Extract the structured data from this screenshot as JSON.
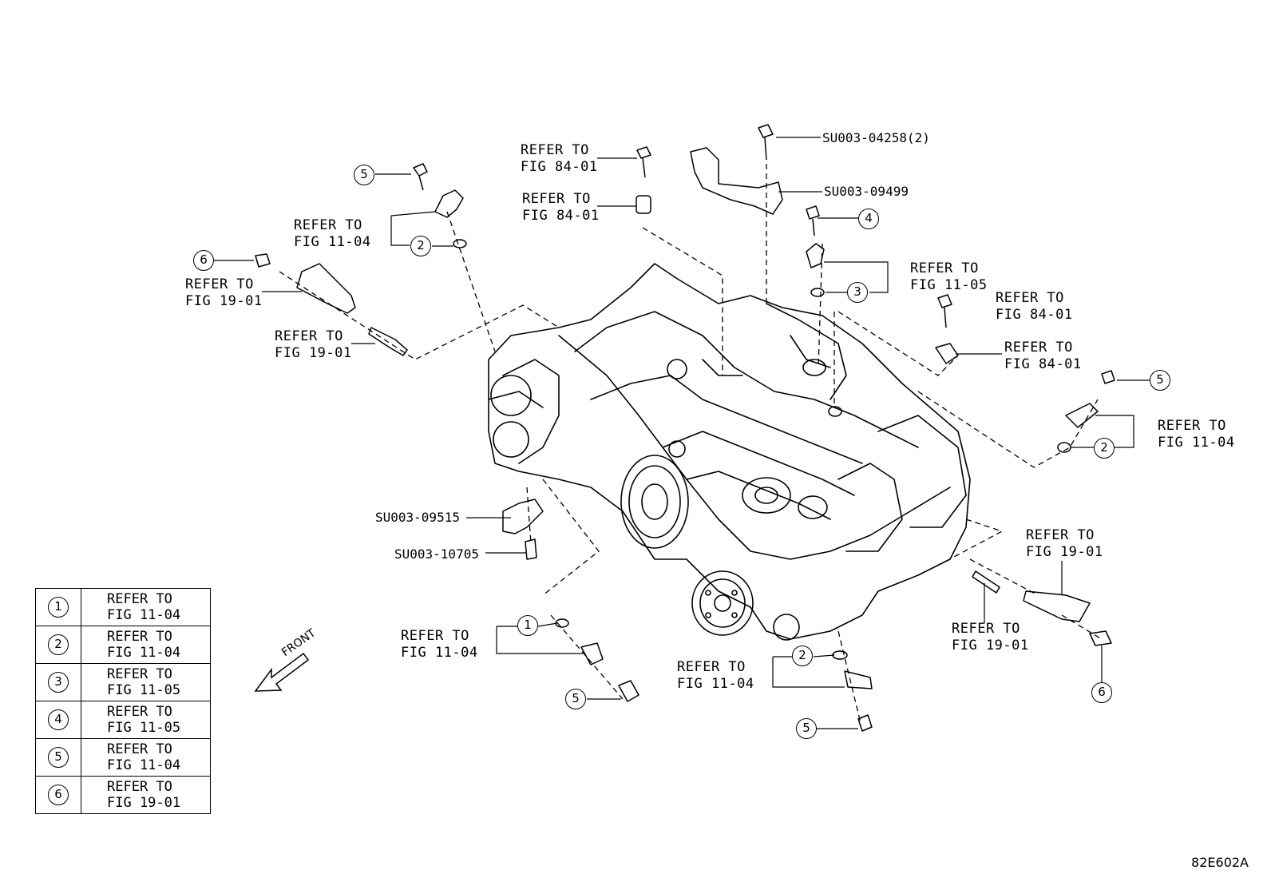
{
  "refer_labels": {
    "r1": "REFER TO\nFIG 11-04",
    "r2": "REFER TO\nFIG 19-01",
    "r3": "REFER TO\nFIG 19-01",
    "r4": "REFER TO\nFIG 84-01",
    "r5": "REFER TO\nFIG 84-01",
    "r6": "REFER TO\nFIG 11-05",
    "r7": "REFER TO\nFIG 84-01",
    "r8": "REFER TO\nFIG 84-01",
    "r9": "REFER TO\nFIG 11-04",
    "r10": "REFER TO\nFIG 19-01",
    "r11": "REFER TO\nFIG 19-01",
    "r12": "REFER TO\nFIG 11-04",
    "r13": "REFER TO\nFIG 11-04"
  },
  "part_numbers": {
    "p1": "SU003-04258(2)",
    "p2": "SU003-09499",
    "p3": "SU003-09515",
    "p4": "SU003-10705"
  },
  "callouts": {
    "c5a": "5",
    "c2a": "2",
    "c6a": "6",
    "c4": "4",
    "c3": "3",
    "c5b": "5",
    "c2b": "2",
    "c1": "1",
    "c5c": "5",
    "c2c": "2",
    "c5d": "5",
    "c6b": "6"
  },
  "legend": [
    {
      "num": "1",
      "text": "REFER TO\nFIG 11-04"
    },
    {
      "num": "2",
      "text": "REFER TO\nFIG 11-04"
    },
    {
      "num": "3",
      "text": "REFER TO\nFIG 11-05"
    },
    {
      "num": "4",
      "text": "REFER TO\nFIG 11-05"
    },
    {
      "num": "5",
      "text": "REFER TO\nFIG 11-04"
    },
    {
      "num": "6",
      "text": "REFER TO\nFIG 19-01"
    }
  ],
  "front_label": "FRONT",
  "figure_id": "82E602A"
}
